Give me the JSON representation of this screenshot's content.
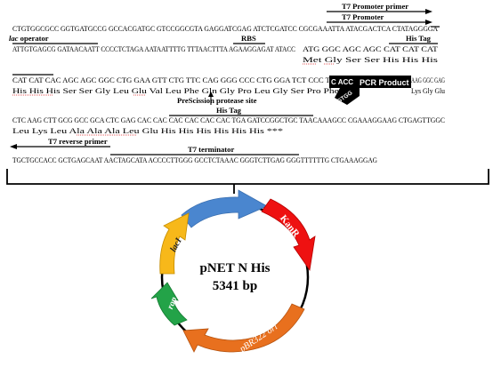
{
  "sequence": {
    "line1": "CTGTGGCGCC GGTGATGCCG GCCACGATGC GTCCGGCGTA GAGGATCGAG ATCTCGATCC CGCGAAATTA ATACGACTCA CTATAGGGGA",
    "line2": "ATTGTGAGCG GATAACAATT CCCCTCTAGA AATAATTTTG TTTAACTTTA AGAAGGAGAT ATACC",
    "line2_codons": "ATG GGC AGC AGC CAT CAT CAT",
    "line2_aa": "Met Gly Ser Ser His His His",
    "line3_codons_a": "CAT CAT CAC AGC AGC GGC CTG GAA GTT CTG TTC CAG GGG CCC CTG GGA TCT CCC TTC",
    "line3_codons_b": "AAG GGC GAG",
    "line3_aa_a": "His His His Ser Ser Gly Leu Glu Val Leu Phe Gln Gly Pro Leu Gly Ser Pro Phe Thr",
    "line3_aa_b": "Lys Gly Glu",
    "line4_codons": "CTC AAG CTT GCG GCC GCA CTC GAG CAC CAC CAC CAC CAC CAC TGA GATCCGGCTGC TAACAAAGCC CGAAAGGAAG CTGAGTTGGC",
    "line4_aa": "Leu Lys Leu Ala Ala Ala Leu Glu His His His His His His ***",
    "line5": "TGCTGCCACC GCTGAGCAAT AACTAGCATA ACCCCTTGGG GCCTCTAAAC GGGTCTTGAG GGGTTTTTTG CTGAAAGGAG",
    "pcr_left": "C  ACC",
    "pcr_sub": "GTGG",
    "pcr_label": "PCR Product"
  },
  "annotations": {
    "t7_promoter_primer": "T7 Promoter primer",
    "t7_promoter": "T7 Promoter",
    "lac_operator_italic": "lac",
    "lac_operator_rest": " operator",
    "rbs": "RBS",
    "his_tag_top": "His Tag",
    "prescission": "PreScission protease site",
    "his_tag_bottom": "His Tag",
    "t7_reverse_primer": "T7 reverse primer",
    "t7_terminator": "T7 terminator"
  },
  "plasmid": {
    "name": "pNET N His",
    "size": "5341 bp",
    "features": {
      "kanr": "KanR",
      "laci": "lacI",
      "rop": "rop",
      "ori": "pBR322 ori"
    }
  },
  "colors": {
    "kanr": "#ee1111",
    "laci": "#f7b81a",
    "rop": "#23a348",
    "ori": "#e8701e",
    "blue_feature": "#4a86cf",
    "pcr_box": "#000000"
  }
}
